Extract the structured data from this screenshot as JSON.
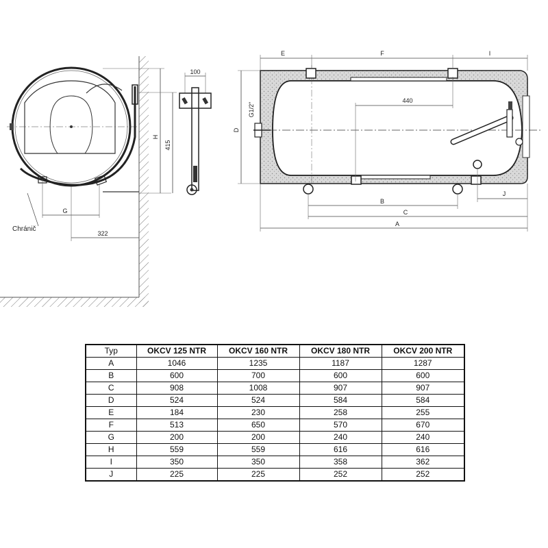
{
  "drawing": {
    "left_view": {
      "dim_100": "100",
      "dim_H": "H",
      "dim_415": "415",
      "dim_G": "G",
      "dim_322": "322",
      "protector_label": "Chránič"
    },
    "right_view": {
      "dim_E": "E",
      "dim_F": "F",
      "dim_I": "I",
      "dim_440": "440",
      "thread_label": "G1/2\"",
      "dim_D": "D",
      "dim_B": "B",
      "dim_C": "C",
      "dim_A": "A",
      "dim_J": "J"
    }
  },
  "table": {
    "headers": [
      "Typ",
      "OKCV 125 NTR",
      "OKCV 160 NTR",
      "OKCV 180 NTR",
      "OKCV 200 NTR"
    ],
    "rows": [
      [
        "A",
        "1046",
        "1235",
        "1187",
        "1287"
      ],
      [
        "B",
        "600",
        "700",
        "600",
        "600"
      ],
      [
        "C",
        "908",
        "1008",
        "907",
        "907"
      ],
      [
        "D",
        "524",
        "524",
        "584",
        "584"
      ],
      [
        "E",
        "184",
        "230",
        "258",
        "255"
      ],
      [
        "F",
        "513",
        "650",
        "570",
        "670"
      ],
      [
        "G",
        "200",
        "200",
        "240",
        "240"
      ],
      [
        "H",
        "559",
        "559",
        "616",
        "616"
      ],
      [
        "I",
        "350",
        "350",
        "358",
        "362"
      ],
      [
        "J",
        "225",
        "225",
        "252",
        "252"
      ]
    ]
  }
}
